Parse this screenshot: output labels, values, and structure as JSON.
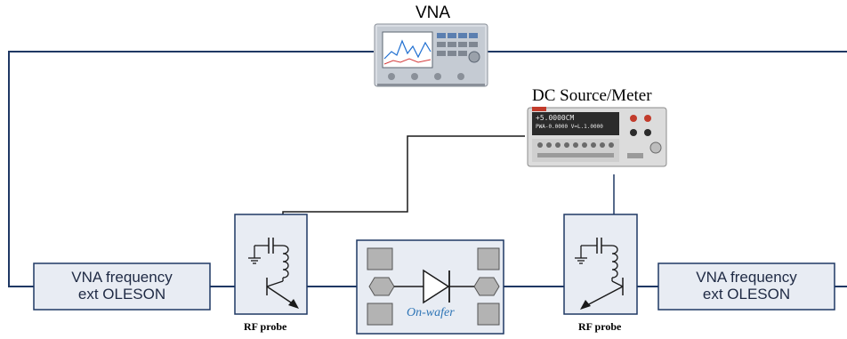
{
  "labels": {
    "vna": "VNA",
    "dc_source": "DC Source/Meter",
    "ext_left_line1": "VNA frequency",
    "ext_left_line2": "ext OLESON",
    "ext_right_line1": "VNA frequency",
    "ext_right_line2": "ext OLESON",
    "rf_probe_left": "RF probe",
    "rf_probe_right": "RF probe",
    "on_wafer": "On-wafer"
  },
  "instrument_screens": {
    "dc_readout_line1": "+5.0000CM",
    "dc_readout_line2": "PWA-0.0000 V=L.1.0000"
  },
  "colors": {
    "wire": "#1f3864",
    "wire_black": "#1a1a1a",
    "box_fill": "#e8ecf3",
    "box_stroke": "#1f3864",
    "pad_fill": "#b3b3b3",
    "on_wafer_text": "#2e75b6"
  }
}
